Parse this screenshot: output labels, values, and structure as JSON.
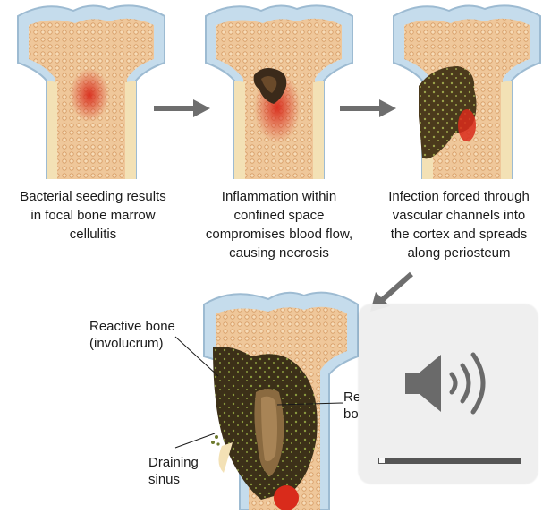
{
  "captions": {
    "stage1": "Bacterial seeding results\nin focal bone marrow\ncellulitis",
    "stage2": "Inflammation within\nconfined space\ncompromises blood flow,\ncausing necrosis",
    "stage3": "Infection forced through\nvascular channels into\nthe cortex and spreads\nalong periosteum"
  },
  "labels": {
    "reactive_bone": "Reactive bone\n(involucrum)",
    "sequestrum_partial": "Re\nbo",
    "draining_sinus": "Draining\nsinus"
  },
  "volume_hud": {
    "icon": "speaker-volume-icon",
    "level_fraction": 0.05
  },
  "colors": {
    "cartilage": "#c5dcec",
    "marrow": "#efc79a",
    "cortex": "#f3e1b5",
    "infection": "#d92b1b",
    "necrosis": "#3b2a1a",
    "pus": "#4b3a1c",
    "arrow": "#6e6e6e"
  }
}
